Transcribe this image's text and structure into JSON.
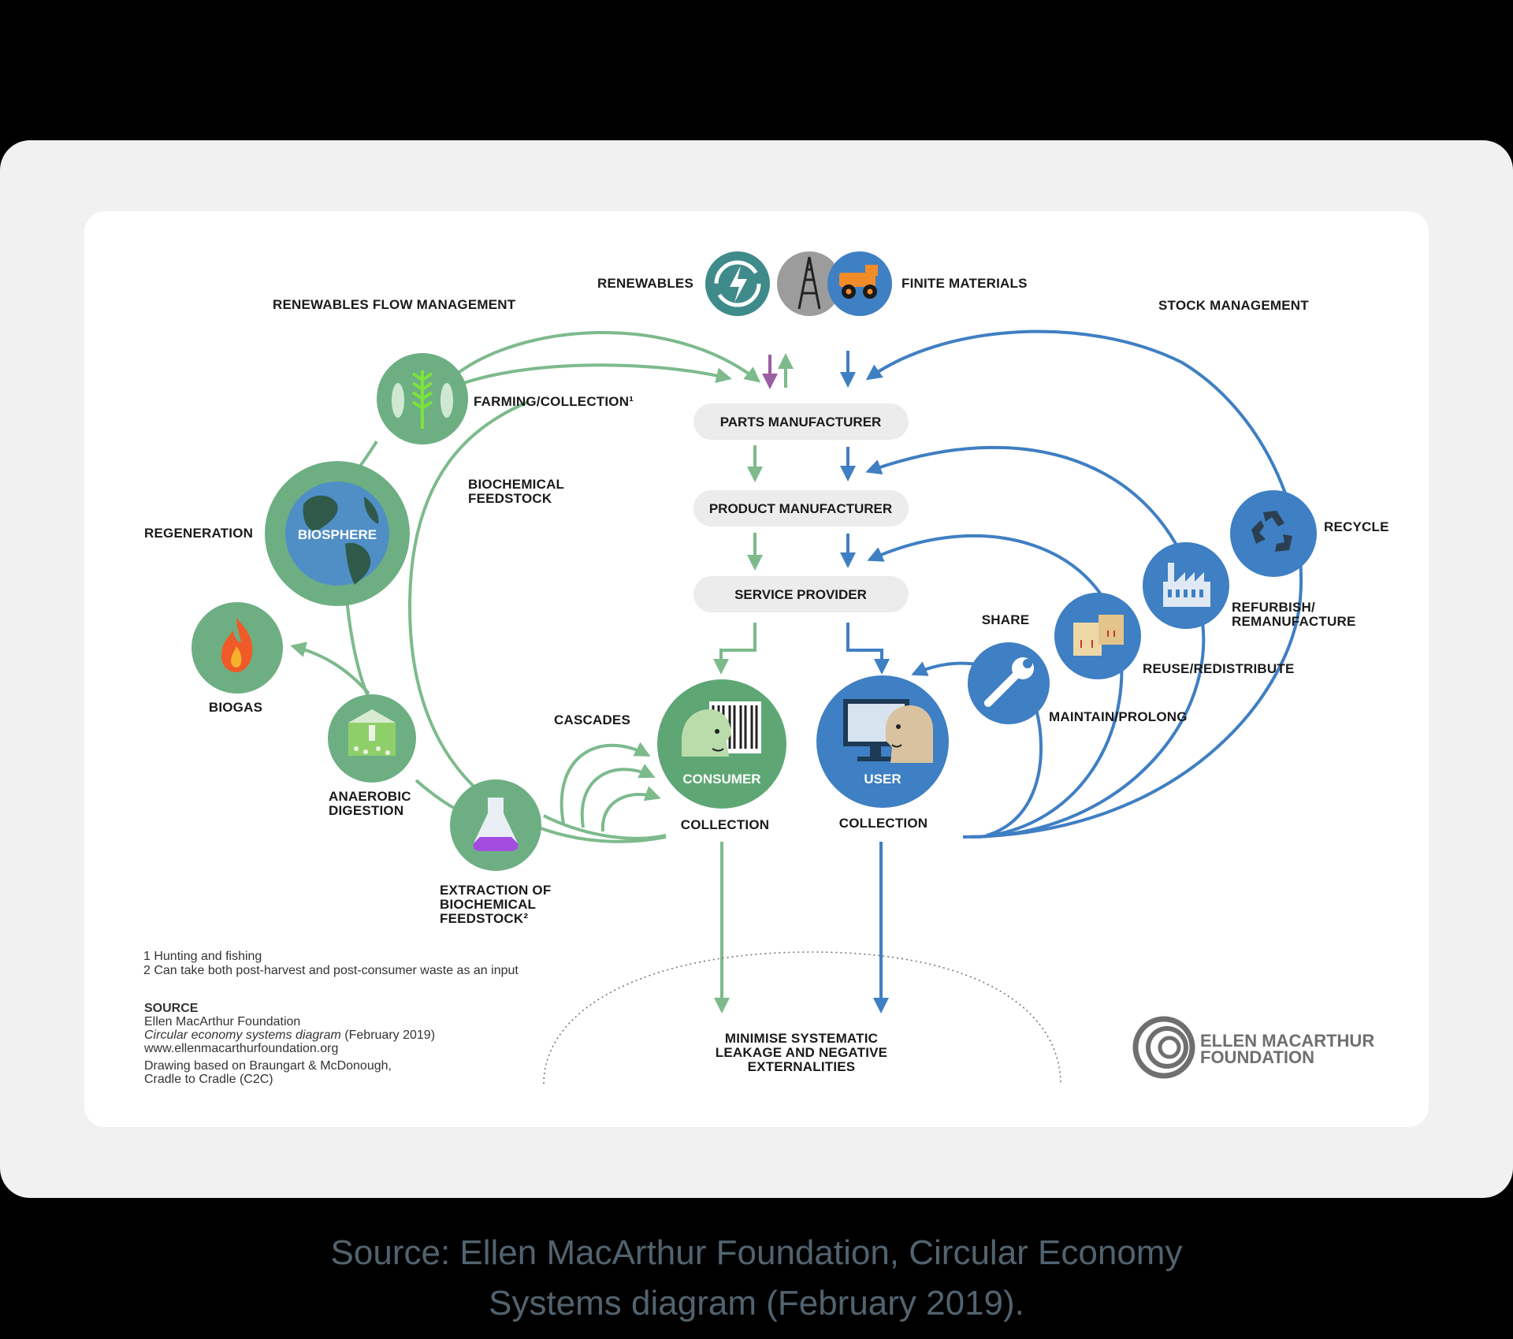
{
  "diagram": {
    "renewables": "RENEWABLES",
    "finite_materials": "FINITE MATERIALS",
    "renewables_flow_management": "RENEWABLES FLOW MANAGEMENT",
    "stock_management": "STOCK MANAGEMENT",
    "farming_collection": "FARMING/COLLECTION¹",
    "biochemical_feedstock": [
      "BIOCHEMICAL",
      "FEEDSTOCK"
    ],
    "regeneration": "REGENERATION",
    "biosphere": "BIOSPHERE",
    "biogas": "BIOGAS",
    "anaerobic_digestion": [
      "ANAEROBIC",
      "DIGESTION"
    ],
    "extraction": [
      "EXTRACTION OF",
      "BIOCHEMICAL",
      "FEEDSTOCK²"
    ],
    "cascades": "CASCADES",
    "consumer": "CONSUMER",
    "user": "USER",
    "collection_left": "COLLECTION",
    "collection_right": "COLLECTION",
    "parts_manufacturer": "PARTS MANUFACTURER",
    "product_manufacturer": "PRODUCT MANUFACTURER",
    "service_provider": "SERVICE PROVIDER",
    "share": "SHARE",
    "maintain_prolong": "MAINTAIN/PROLONG",
    "reuse_redistribute": "REUSE/REDISTRIBUTE",
    "refurbish_remanufacture": [
      "REFURBISH/",
      "REMANUFACTURE"
    ],
    "recycle": "RECYCLE",
    "minimise": [
      "MINIMISE SYSTEMATIC",
      "LEAKAGE AND NEGATIVE",
      "EXTERNALITIES"
    ],
    "footnotes": [
      "1 Hunting and fishing",
      "2 Can take both post-harvest and post-consumer waste as an input"
    ],
    "source": {
      "heading": "SOURCE",
      "org": "Ellen MacArthur Foundation",
      "title_italic": "Circular economy systems diagram",
      "title_date": " (February 2019)",
      "url": "www.ellenmacarthurfoundation.org",
      "drawing": [
        "Drawing based on Braungart & McDonough,",
        "Cradle to Cradle (C2C)"
      ]
    },
    "logo": [
      "ELLEN MACARTHUR",
      "FOUNDATION"
    ]
  },
  "caption": [
    "Source: Ellen MacArthur Foundation, Circular Economy",
    "Systems diagram (February 2019)."
  ],
  "colors": {
    "green": "#7dba8c",
    "green_dark": "#5ea774",
    "blue": "#3f7fc3",
    "blue_dark": "#2f6fb6",
    "purple": "#9b5ea3",
    "pill": "#ececec"
  },
  "icons": [
    "renewables-icon",
    "oil-derrick-icon",
    "mining-truck-icon",
    "farming-icon",
    "globe-icon",
    "flame-icon",
    "compost-icon",
    "flask-icon",
    "barcode-icon",
    "monitor-icon",
    "wrench-icon",
    "boxes-icon",
    "factory-icon",
    "recycle-icon",
    "foundation-logo-icon"
  ]
}
